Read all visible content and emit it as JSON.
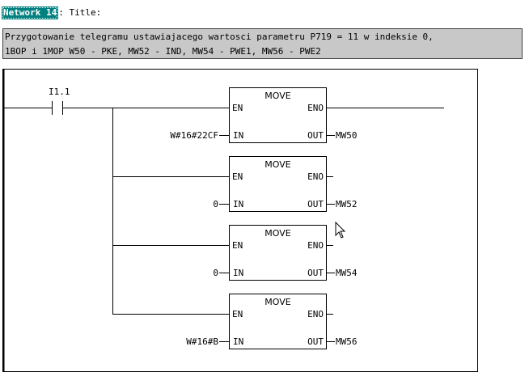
{
  "network": {
    "label": "Network 14",
    "title": ": Title:"
  },
  "comment": {
    "line1": "Przygotowanie telegramu ustawiajacego wartosci parametru P719 = 11 w indeksie 0,",
    "line2": "1BOP i 1MOP W50 - PKE, MW52 - IND, MW54 - PWE1, MW56 - PWE2"
  },
  "contact": {
    "address": "I1.1"
  },
  "blocks": [
    {
      "name": "MOVE",
      "en": "EN",
      "eno": "ENO",
      "in_label": "IN",
      "out_label": "OUT",
      "in_value": "W#16#22CF",
      "out_value": "MW50"
    },
    {
      "name": "MOVE",
      "en": "EN",
      "eno": "ENO",
      "in_label": "IN",
      "out_label": "OUT",
      "in_value": "0",
      "out_value": "MW52"
    },
    {
      "name": "MOVE",
      "en": "EN",
      "eno": "ENO",
      "in_label": "IN",
      "out_label": "OUT",
      "in_value": "0",
      "out_value": "MW54"
    },
    {
      "name": "MOVE",
      "en": "EN",
      "eno": "ENO",
      "in_label": "IN",
      "out_label": "OUT",
      "in_value": "W#16#B",
      "out_value": "MW56"
    }
  ],
  "colors": {
    "badge_bg": "#00807f",
    "comment_bg": "#c8c8c8"
  },
  "icons": {
    "cursor": "mouse-pointer-icon"
  }
}
